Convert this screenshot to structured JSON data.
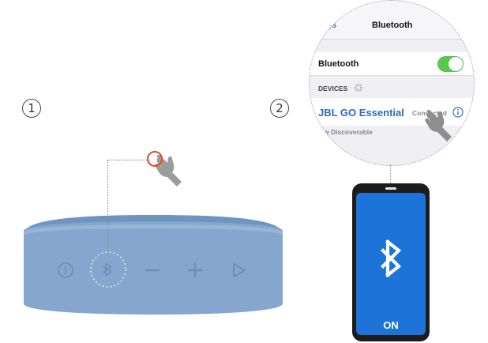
{
  "steps": {
    "one": "1",
    "two": "2"
  },
  "settings": {
    "back_label": "ttings",
    "title": "Bluetooth",
    "bluetooth_row_label": "Bluetooth",
    "bluetooth_on": true,
    "devices_header": "DEVICES",
    "device_name": "JBL GO Essential",
    "device_status": "Connected",
    "footer_label": "w Discoverable"
  },
  "phone": {
    "screen_label": "ON"
  },
  "speaker": {
    "buttons": [
      "power-icon",
      "bluetooth-icon",
      "volume-down-icon",
      "volume-up-icon",
      "play-icon"
    ]
  },
  "colors": {
    "speaker_body": "#7b9fc8",
    "speaker_front": "#8aaad0",
    "phone_screen": "#1e73d8",
    "press_highlight": "#e44a2a",
    "toggle_on": "#5ac84a",
    "device_link": "#2f6cb6"
  }
}
